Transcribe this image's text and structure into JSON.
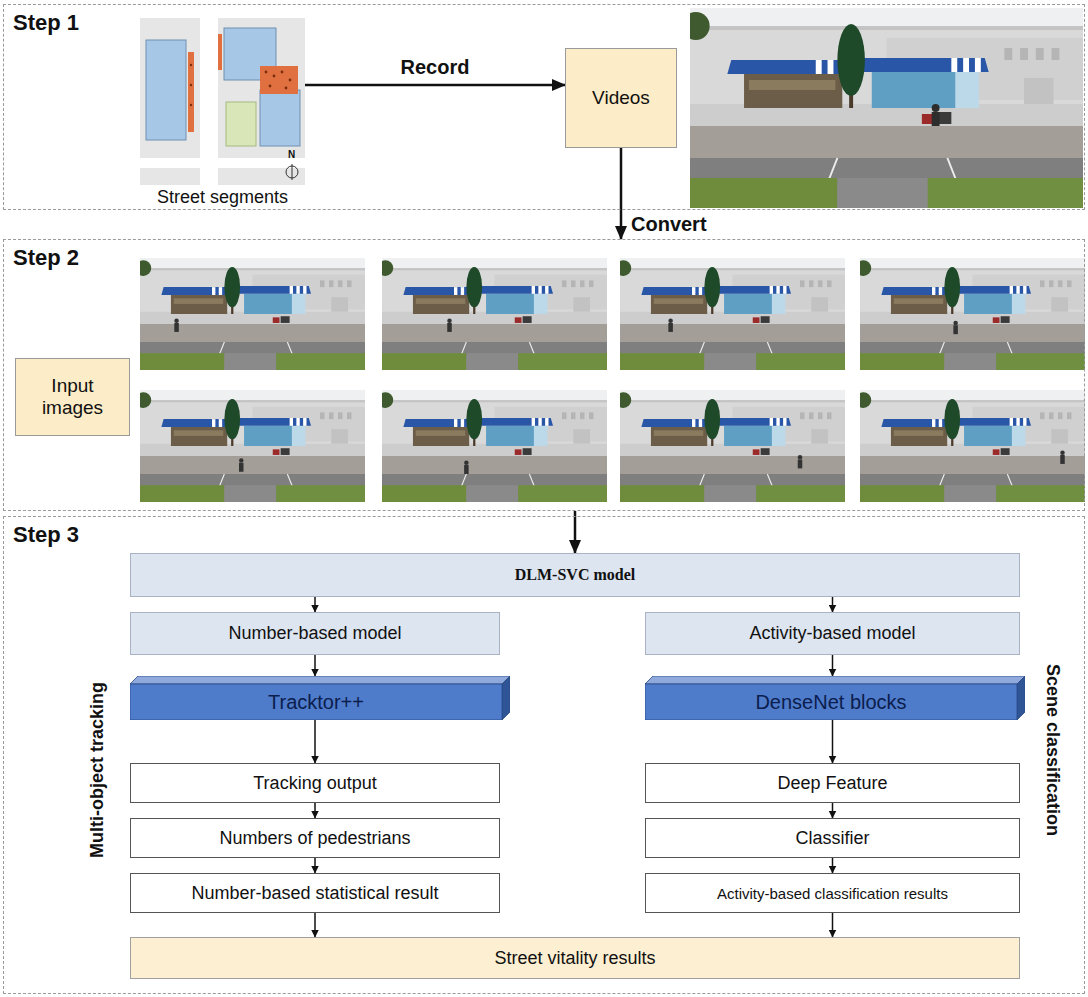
{
  "diagram": {
    "nodes": [
      {
        "text": [
          "Step 1"
        ]
      },
      {
        "text": [
          "Street segments"
        ],
        "in": 0
      },
      {
        "text": [
          "Videos"
        ],
        "in": 0
      },
      {
        "text": [
          "Step 2"
        ]
      },
      {
        "text": [
          "Input images"
        ],
        "in": 3
      },
      {
        "text": [
          "Step 3"
        ]
      },
      {
        "text": [
          "DLM-SVC model"
        ],
        "in": 5
      },
      {
        "text": [
          "Number-based model"
        ],
        "in": 5
      },
      {
        "text": [
          "Activity-based model"
        ],
        "in": 5
      },
      {
        "text": [
          "Tracktor++"
        ],
        "in": 5
      },
      {
        "text": [
          "DenseNet blocks"
        ],
        "in": 5
      },
      {
        "text": [
          "Tracking output"
        ],
        "in": 5
      },
      {
        "text": [
          "Deep Feature"
        ],
        "in": 5
      },
      {
        "text": [
          "Numbers of pedestrians"
        ],
        "in": 5
      },
      {
        "text": [
          "Classifier"
        ],
        "in": 5
      },
      {
        "text": [
          "Number-based statistical result"
        ],
        "in": 5
      },
      {
        "text": [
          "Activity-based classification results"
        ],
        "in": 5
      },
      {
        "text": [
          "Street vitality results"
        ],
        "in": 5
      }
    ],
    "edges": [
      {
        "from": 1,
        "to": 2,
        "arrow": "to",
        "label": "Record"
      },
      {
        "from": 2,
        "to": 3,
        "arrow": "to",
        "label": "Convert"
      },
      {
        "from": 3,
        "to": 6,
        "arrow": "to"
      },
      {
        "from": 6,
        "to": 7,
        "arrow": "to"
      },
      {
        "from": 6,
        "to": 8,
        "arrow": "to"
      },
      {
        "from": 7,
        "to": 9,
        "arrow": "to"
      },
      {
        "from": 8,
        "to": 10,
        "arrow": "to"
      },
      {
        "from": 9,
        "to": 11,
        "arrow": "to"
      },
      {
        "from": 10,
        "to": 12,
        "arrow": "to"
      },
      {
        "from": 11,
        "to": 13,
        "arrow": "to"
      },
      {
        "from": 12,
        "to": 14,
        "arrow": "to"
      },
      {
        "from": 13,
        "to": 15,
        "arrow": "to"
      },
      {
        "from": 14,
        "to": 16,
        "arrow": "to"
      },
      {
        "from": 15,
        "to": 17,
        "arrow": "to"
      },
      {
        "from": 16,
        "to": 17,
        "arrow": "to"
      }
    ],
    "labels": [
      "Multi-object tracking",
      "Scene classification",
      "N"
    ]
  }
}
